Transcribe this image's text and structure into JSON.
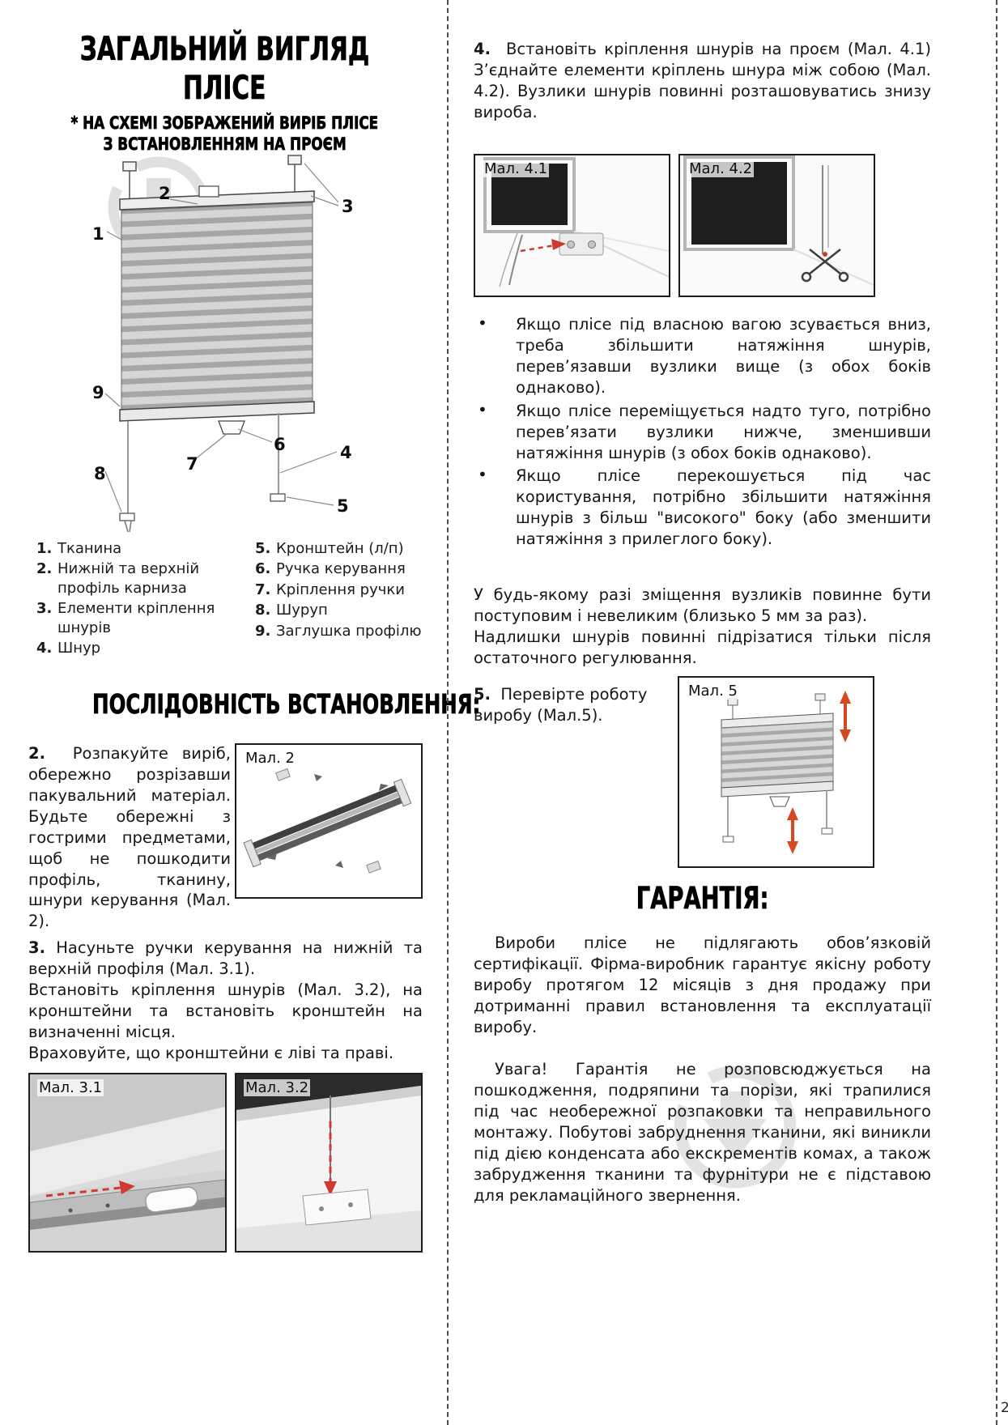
{
  "page_number": "2",
  "left": {
    "title_line1": "ЗАГАЛЬНИЙ ВИГЛЯД",
    "title_line2": "ПЛІСЕ",
    "subtitle_line1": "* НА СХЕМІ ЗОБРАЖЕНИЙ ВИРІБ ПЛІСЕ",
    "subtitle_line2": "З ВСТАНОВЛЕННЯМ НА ПРОЄМ",
    "diagram_callouts": [
      "1",
      "2",
      "3",
      "4",
      "5",
      "6",
      "7",
      "8",
      "9"
    ],
    "legend_col1": [
      {
        "num": "1.",
        "text": "Тканина"
      },
      {
        "num": "2.",
        "text": "Нижній та верхній профіль карниза"
      },
      {
        "num": "3.",
        "text": "Елементи кріплення шнурів"
      },
      {
        "num": "4.",
        "text": "Шнур"
      }
    ],
    "legend_col2": [
      {
        "num": "5.",
        "text": "Кронштейн (л/п)"
      },
      {
        "num": "6.",
        "text": "Ручка керування"
      },
      {
        "num": "7.",
        "text": "Кріплення ручки"
      },
      {
        "num": "8.",
        "text": "Шуруп"
      },
      {
        "num": "9.",
        "text": "Заглушка профілю"
      }
    ],
    "sequence_title": "ПОСЛІДОВНІСТЬ ВСТАНОВЛЕННЯ:",
    "step2": {
      "num": "2.",
      "text": "Розпакуйте виріб, обережно розрізавши пакувальний матеріал. Будьте обережні з гострими предметами, щоб не пошкодити профіль, тканину, шнури керування (Мал. 2)."
    },
    "fig2_label": "Мал. 2",
    "step3": {
      "num": "3.",
      "text1": "Насуньте ручки керування на нижній та верхній профіля (Мал. 3.1).",
      "text2": "Встановіть кріплення шнурів (Мал. 3.2), на кронштейни та встановіть кронштейн на визначенні місця.",
      "text3": "Враховуйте, що кронштейни є ліві та праві."
    },
    "fig31_label": "Мал. 3.1",
    "fig32_label": "Мал. 3.2"
  },
  "right": {
    "step4": {
      "num": "4.",
      "text": "Встановіть кріплення шнурів на проєм (Мал. 4.1) З’єднайте елементи кріплень шнура між собою (Мал. 4.2). Вузлики шнурів повинні розташовуватись знизу вироба."
    },
    "fig41_label": "Мал. 4.1",
    "fig42_label": "Мал. 4.2",
    "bullets": [
      "Якщо плісе під власною вагою зсувається вниз, треба збільшити натяжіння шнурів, перев’язавши вузлики вище (з обох боків однаково).",
      "Якщо плісе переміщується надто туго, потрібно перев’язати вузлики нижче, зменшивши натяжіння шнурів (з обох боків однаково).",
      "Якщо плісе перекошується під час користування, потрібно збільшити натяжіння шнурів з більш \"високого\" боку (або зменшити натяжіння з прилеглого боку)."
    ],
    "note1": "У будь-якому разі зміщення вузликів повинне бути поступовим і невеликим (близько 5 мм за раз).",
    "note2": "Надлишки шнурів повинні підрізатися тільки після остаточного регулювання.",
    "step5": {
      "num": "5.",
      "text": "Перевірте роботу виробу (Мал.5)."
    },
    "fig5_label": "Мал. 5",
    "warranty_title": "ГАРАНТІЯ:",
    "warranty_p1": "Вироби плісе не підлягають обов’язковій сертифікації. Фірма-виробник гарантує якісну роботу виробу протягом 12 місяців з дня продажу при дотриманні правил встановлення та експлуатації виробу.",
    "warranty_p2": "Увага! Гарантія не розповсюджується на пошкодження, подряпини та порізи, які трапилися під час необережної розпаковки та неправильного монтажу. Побутові забруднення тканини, які виникли під дією конденсата або екскрементів комах, а також забрудження тканини та фурнітури не є підставою для рекламаційного звернення."
  }
}
